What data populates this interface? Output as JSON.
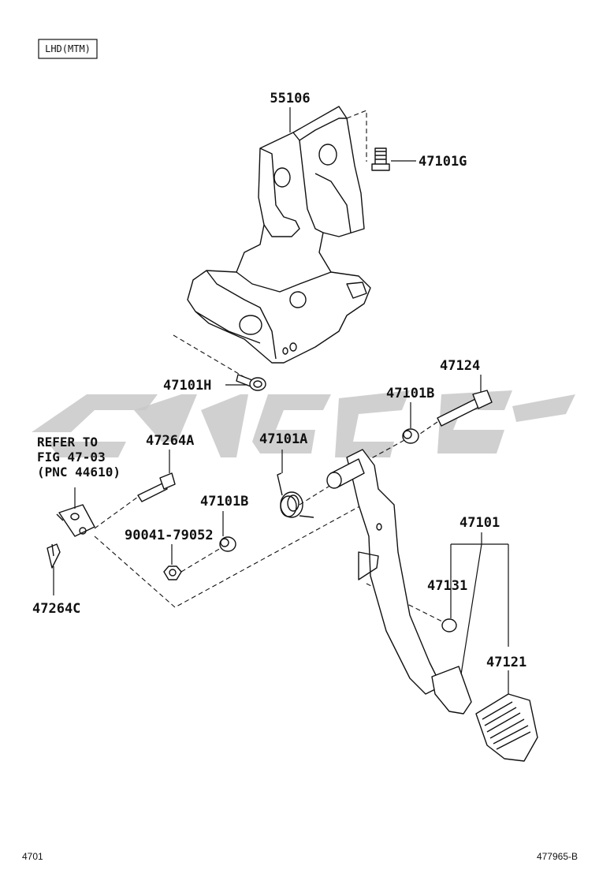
{
  "variant_tag": "LHD(MTM)",
  "footer": {
    "page_ref": "4701",
    "illustration_id": "477965-B"
  },
  "refer_note": {
    "line1": "REFER TO",
    "line2": "FIG 47-03",
    "line3": "(PNC 44610)"
  },
  "callouts": {
    "p55106": "55106",
    "p47101G": "47101G",
    "p47101H": "47101H",
    "p47124": "47124",
    "p47101B_top": "47101B",
    "p47264A": "47264A",
    "p47101A": "47101A",
    "p47101B_mid": "47101B",
    "p90041": "90041-79052",
    "p47264C": "47264C",
    "p47101": "47101",
    "p47131": "47131",
    "p47121": "47121"
  },
  "colors": {
    "line": "#111111",
    "watermark": "#c8c8c8",
    "background": "#ffffff"
  }
}
